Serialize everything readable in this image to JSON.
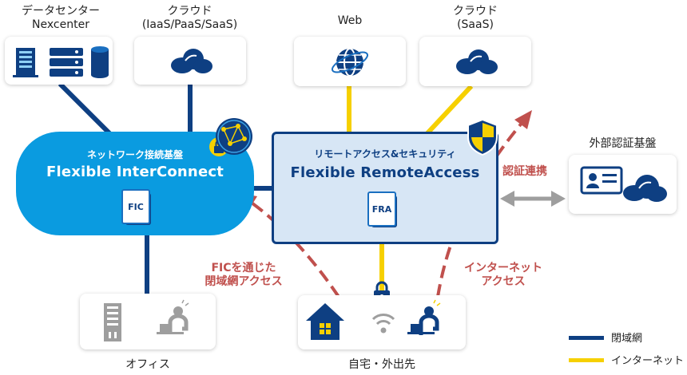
{
  "nodes": {
    "datacenter": {
      "line1": "データセンター",
      "line2": "Nexcenter"
    },
    "cloud_iaas": {
      "line1": "クラウド",
      "line2": "(IaaS/PaaS/SaaS)"
    },
    "web": {
      "line1": "Web"
    },
    "cloud_saas": {
      "line1": "クラウド",
      "line2": "(SaaS)"
    },
    "external_auth": {
      "label": "外部認証基盤"
    },
    "office": {
      "label": "オフィス"
    },
    "home": {
      "label": "自宅・外出先"
    }
  },
  "fic": {
    "subtitle": "ネットワーク接続基盤",
    "title": "Flexible InterConnect",
    "badge": "FIC"
  },
  "fra": {
    "subtitle": "リモートアクセス&セキュリティ",
    "title": "Flexible RemoteAccess",
    "badge": "FRA"
  },
  "annotations": {
    "auth_link": "認証連携",
    "closed_access_1": "FICを通じた",
    "closed_access_2": "閉域網アクセス",
    "internet_access_1": "インターネット",
    "internet_access_2": "アクセス"
  },
  "legend": [
    {
      "label": "閉域網",
      "color": "#0e3f82"
    },
    {
      "label": "インターネット",
      "color": "#f6d000"
    }
  ],
  "colors": {
    "closed": "#0e3f82",
    "internet": "#f6d000",
    "fic": "#0a9be0",
    "arrow": "#c0504d",
    "auth": "#9e9e9e"
  }
}
